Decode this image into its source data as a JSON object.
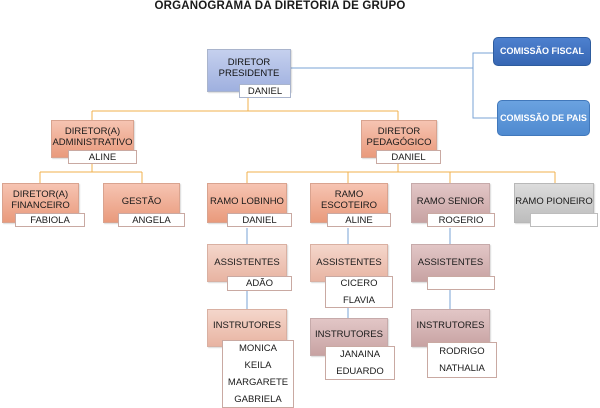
{
  "title": "ORGANOGRAMA DA DIRETORIA DE GRUPO",
  "diretor_presidente": {
    "line1": "DIRETOR",
    "line2": "PRESIDENTE",
    "name": "DANIEL"
  },
  "comissao_fiscal": "COMISSÃO FISCAL",
  "comissao_pais": {
    "line1": "COMISSÃO DE",
    "line2": "PAIS"
  },
  "diretor_administrativo": {
    "line1": "DIRETOR(A)",
    "line2": "ADMINISTRATIVO",
    "name": "ALINE"
  },
  "diretor_pedagogico": {
    "line1": "DIRETOR",
    "line2": "PEDAGÓGICO",
    "name": "DANIEL"
  },
  "diretor_financeiro": {
    "line1": "DIRETOR(A)",
    "line2": "FINANCEIRO",
    "name": "FABIOLA"
  },
  "gestao": {
    "label": "GESTÃO",
    "name": "ANGELA"
  },
  "ramo_lobinho": {
    "label": "RAMO LOBINHO",
    "name": "DANIEL",
    "assistentes_label": "ASSISTENTES",
    "assistentes": [
      "ADÃO"
    ],
    "instrutores_label": "INSTRUTORES",
    "instrutores": [
      "MONICA",
      "KEILA",
      "MARGARETE",
      "GABRIELA"
    ]
  },
  "ramo_escoteiro": {
    "line1": "RAMO",
    "line2": "ESCOTEIRO",
    "name": "ALINE",
    "assistentes_label": "ASSISTENTES",
    "assistentes": [
      "CICERO",
      "FLAVIA"
    ],
    "instrutores_label": "INSTRUTORES",
    "instrutores": [
      "JANAINA",
      "EDUARDO"
    ]
  },
  "ramo_senior": {
    "label": "RAMO SENIOR",
    "name": "ROGERIO",
    "assistentes_label": "ASSISTENTES",
    "assistentes": [],
    "instrutores_label": "INSTRUTORES",
    "instrutores": [
      "RODRIGO",
      "NATHALIA"
    ]
  },
  "ramo_pioneiro": {
    "label": "RAMO PIONEIRO",
    "name": ""
  },
  "colors": {
    "blue_box": "#b3c1e8",
    "salmon": "#ee a98f",
    "connector_orange": "#f2b24a",
    "connector_blue": "#6f9fd8"
  }
}
